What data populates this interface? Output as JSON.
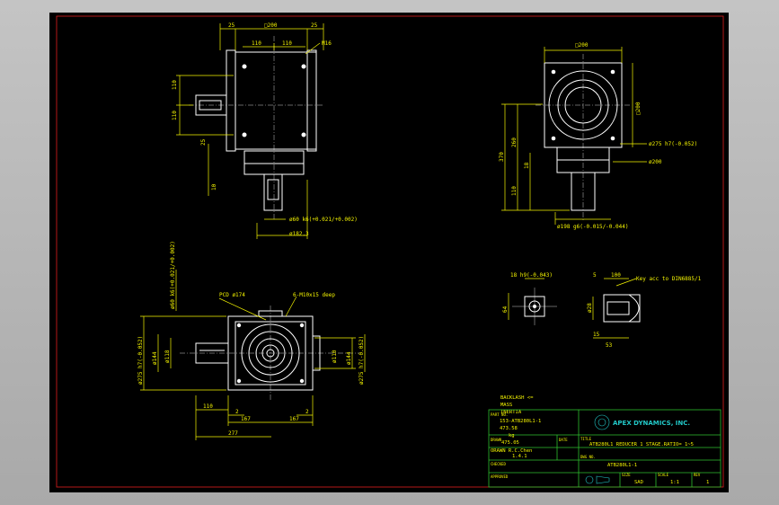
{
  "colors": {
    "background": "#000000",
    "border": "#d02020",
    "geometry": "#ffffff",
    "dimension": "#f4f400",
    "title_block": "#2fbf2f",
    "logo": "#22c8c8"
  },
  "front_view": {
    "dims": {
      "top_left": "25",
      "top_square": "□200",
      "top_right": "25",
      "half_left": "110",
      "half_right": "110",
      "thread": "M16",
      "left_upper": "110",
      "left_lower": "110",
      "left_small": "25",
      "bottom_side": "10",
      "shaft_dia": "ø60 k6(+0.021/+0.002)",
      "flange_dia": "ø182.3"
    }
  },
  "side_view": {
    "dims": {
      "top_square": "□200",
      "right_square": "□200",
      "pilot": "ø275 h7(-0.052)",
      "flange": "ø200",
      "total_h": "370",
      "upper_h": "260",
      "mid_h": "18",
      "lower_h": "110",
      "shaft": "ø198 g6(-0.015/-0.044)"
    }
  },
  "bottom_view": {
    "dims": {
      "pcd": "PCD ø174",
      "holes": "6-M10x15 deep",
      "top_shaft": "ø60 k6(+0.021/+0.002)",
      "left_outer": "ø275 h7(-0.052)",
      "left_inner": "ø144",
      "left_inner2": "ø118",
      "right_inner": "ø110",
      "right_inner2": "ø144",
      "right_outer": "ø275 h7(-0.052)",
      "bot_left": "110",
      "bot_2a": "2",
      "bot_2b": "2",
      "bot_167a": "167",
      "bot_167b": "167",
      "bot_total": "277"
    }
  },
  "key_details": {
    "dims": {
      "width": "18 h9(-0.043)",
      "depth": "64",
      "offset": "5",
      "length": "100",
      "key_ref": "Key acc to DIN6885/1",
      "shaft": "ø28",
      "gap": "15",
      "key_len": "53"
    }
  },
  "notes": {
    "backlash": "BACKLASH <=",
    "mass": "MASS",
    "inertia": "INERTIA"
  },
  "title_block": {
    "part_no_label": "PART NO.",
    "part_no": "153-ATB280L1-1",
    "part_no2": "473.58",
    "kg": "kg",
    "kg_value": "475.05",
    "drawn_label": "DRAWN",
    "date_label": "DATE",
    "drawn": "ORAWN R.C.Chen",
    "date": "1.4.1",
    "checked_label": "CHECKED",
    "approved_label": "APPROVED",
    "company": "APEX DYNAMICS, INC.",
    "title_label": "TITLE",
    "title": "ATB280L1 REDUCER 1 STAGE.RATIO= 1~5",
    "dwg_label": "DWG NO.",
    "dwg_no": "ATB280L1-1",
    "size_label": "SIZE",
    "size": "SAD",
    "scale_label": "SCALE",
    "scale": "1:1",
    "rev_label": "REV",
    "rev": "1"
  }
}
